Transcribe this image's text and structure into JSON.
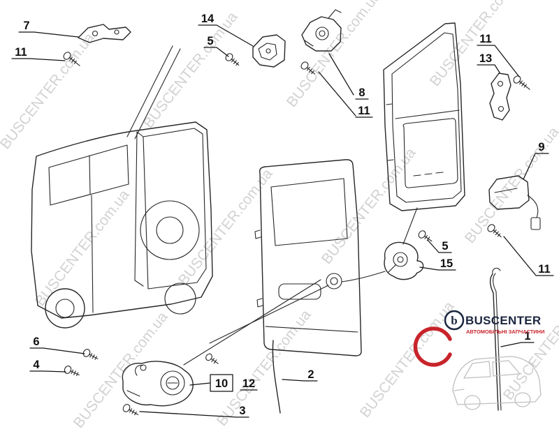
{
  "watermark": {
    "text": "BUSCENTER.com.ua"
  },
  "callouts": [
    {
      "label": "7"
    },
    {
      "label": "11"
    },
    {
      "label": "14"
    },
    {
      "label": "5"
    },
    {
      "label": "8"
    },
    {
      "label": "11"
    },
    {
      "label": "11"
    },
    {
      "label": "13"
    },
    {
      "label": "9"
    },
    {
      "label": "5"
    },
    {
      "label": "15"
    },
    {
      "label": "11"
    },
    {
      "label": "6"
    },
    {
      "label": "4"
    },
    {
      "label": "10"
    },
    {
      "label": "12"
    },
    {
      "label": "3"
    },
    {
      "label": "2"
    },
    {
      "label": "1"
    }
  ],
  "logo": {
    "emblem_letter": "b",
    "brand": "BUSCENTER",
    "tagline": "АВТОМОБІЛЬНІ ЗАПЧАСТИНИ"
  },
  "colors": {
    "line": "#262626",
    "watermark": "#cbcbcb",
    "brand_navy": "#1c2740",
    "brand_red": "#c8242b"
  }
}
